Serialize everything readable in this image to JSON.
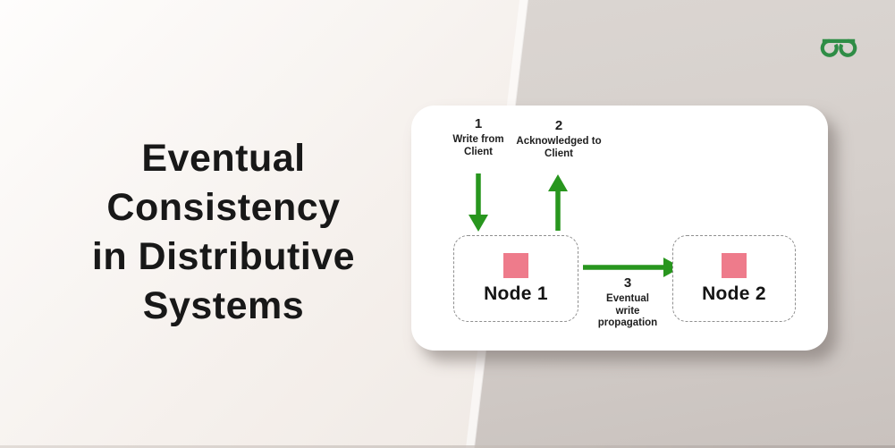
{
  "page": {
    "title": {
      "lines": [
        "Eventual",
        "Consistency",
        "in Distributive",
        "Systems"
      ]
    }
  },
  "brand": {
    "logo": "geeksforgeeks",
    "logo_color": "#2f8d46"
  },
  "diagram": {
    "card_bg": "#ffffff",
    "arrow_color": "#28961e",
    "square_color": "#ee7b8b",
    "steps": [
      {
        "number": "1",
        "lines": [
          "Write from",
          "Client"
        ]
      },
      {
        "number": "2",
        "lines": [
          "Acknowledged to",
          "Client"
        ]
      },
      {
        "number": "3",
        "lines": [
          "Eventual",
          "write",
          "propagation"
        ]
      }
    ],
    "nodes": [
      {
        "label": "Node 1"
      },
      {
        "label": "Node 2"
      }
    ]
  }
}
